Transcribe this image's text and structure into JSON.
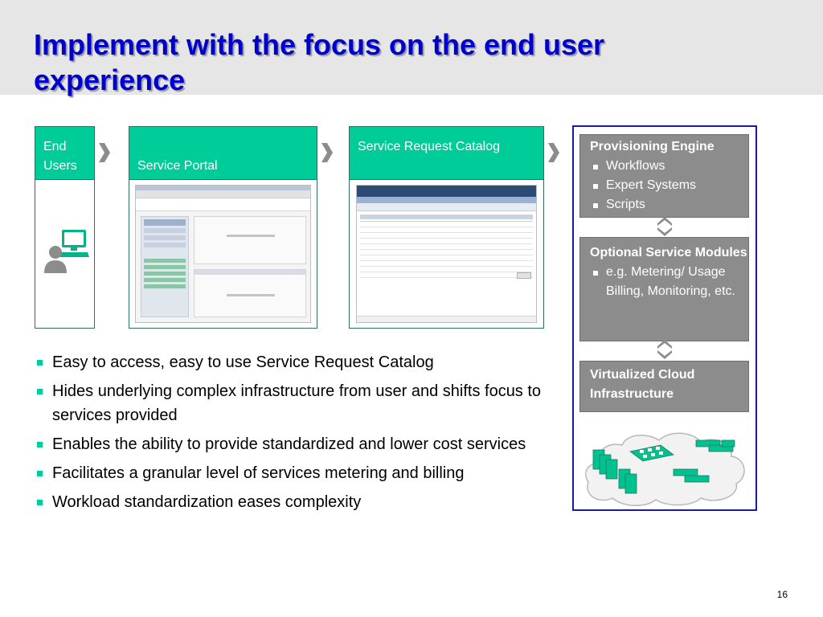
{
  "slide": {
    "title": "Implement  with the focus on the end user experience",
    "page_number": "16"
  },
  "columns": {
    "end_users": "End Users",
    "service_portal": "Service Portal",
    "service_request_catalog": "Service Request Catalog"
  },
  "stack": {
    "provisioning_engine": {
      "heading": "Provisioning Engine",
      "items": [
        "Workflows",
        "Expert Systems",
        "Scripts"
      ]
    },
    "optional_modules": {
      "heading": "Optional Service Modules",
      "items": [
        "e.g. Metering/ Usage Billing, Monitoring, etc."
      ]
    },
    "virtualized": {
      "heading": "Virtualized Cloud Infrastructure"
    }
  },
  "bullets": [
    "Easy to access, easy to use Service Request Catalog",
    "Hides underlying complex infrastructure from user and shifts focus to services provided",
    "Enables the ability to provide standardized and lower cost services",
    "Facilitates a granular level of services metering and billing",
    "Workload standardization eases complexity"
  ],
  "colors": {
    "title": "#0000cc",
    "header_fill": "#00cc99",
    "panel_border": "#1a1aa8",
    "stack_box": "#8c8c8c",
    "bullet": "#00cc99"
  },
  "icons": [
    "user-computer-icon",
    "chevron-right-icon",
    "double-chevron-icon",
    "cloud-icon",
    "server-icon"
  ]
}
